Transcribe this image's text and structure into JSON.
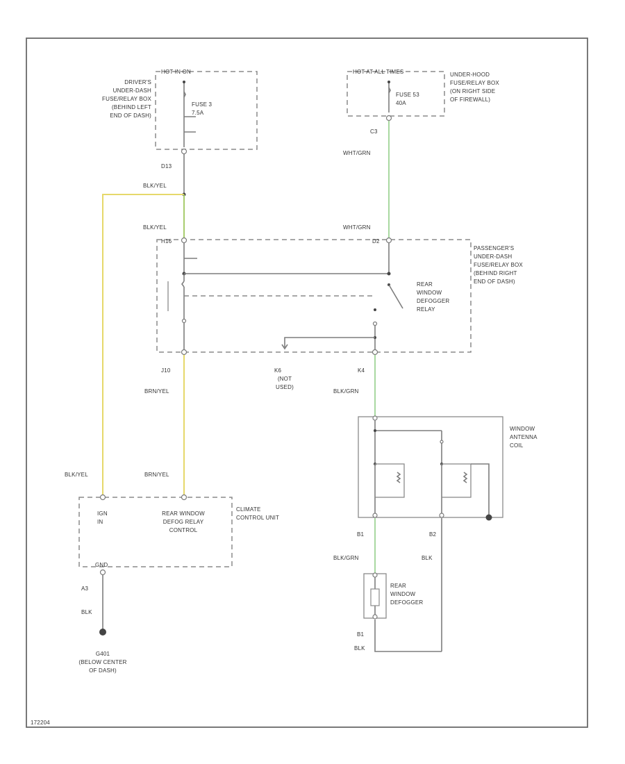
{
  "colors": {
    "wire_default": "#7d7d7d",
    "wire_yellow": "#e6d86a",
    "wire_green": "#a8d8a0",
    "frame": "#6a6a6a"
  },
  "drivers_fuse_box": {
    "header": "HOT IN ON",
    "fuse_name": "FUSE 3",
    "fuse_rating": "7.5A",
    "description": [
      "DRIVER'S",
      "UNDER-DASH",
      "FUSE/RELAY BOX",
      "(BEHIND LEFT",
      "END OF DASH)"
    ],
    "connector": "D13"
  },
  "underhood_fuse_box": {
    "header": "HOT AT ALL TIMES",
    "fuse_name": "FUSE 53",
    "fuse_rating": "40A",
    "description": [
      "UNDER-HOOD",
      "FUSE/RELAY BOX",
      "(ON RIGHT SIDE",
      "OF FIREWALL)"
    ],
    "connector": "C3"
  },
  "wires": {
    "blk_yel_top": "BLK/YEL",
    "blk_yel_mid": "BLK/YEL",
    "wht_grn_top": "WHT/GRN",
    "wht_grn_mid": "WHT/GRN",
    "brn_yel_mid": "BRN/YEL",
    "blk_yel_low": "BLK/YEL",
    "brn_yel_low": "BRN/YEL",
    "blk_grn_1": "BLK/GRN",
    "blk_grn_2": "BLK/GRN",
    "blk_1": "BLK",
    "blk_2": "BLK",
    "blk_3": "BLK"
  },
  "passengers_fuse_box": {
    "connector_top_left": "H16",
    "connector_top_right": "D2",
    "connector_bottom_left": "J10",
    "connector_bottom_right": "K4",
    "connector_not_used": "K6",
    "not_used": [
      "(NOT",
      "USED)"
    ],
    "relay_label": [
      "REAR",
      "WINDOW",
      "DEFOGGER",
      "RELAY"
    ],
    "description": [
      "PASSENGER'S",
      "UNDER-DASH",
      "FUSE/RELAY BOX",
      "(BEHIND RIGHT",
      "END OF DASH)"
    ]
  },
  "antenna_coil": {
    "label": [
      "WINDOW",
      "ANTENNA",
      "COIL"
    ],
    "pin_left": "B1",
    "pin_right": "B2"
  },
  "climate_unit": {
    "label": [
      "CLIMATE",
      "CONTROL UNIT"
    ],
    "pin_ign": [
      "IGN",
      "IN"
    ],
    "pin_control": [
      "REAR WINDOW",
      "DEFOG RELAY",
      "CONTROL"
    ],
    "pin_gnd": "GND",
    "connector": "A3"
  },
  "defogger": {
    "label": [
      "REAR",
      "WINDOW",
      "DEFOGGER"
    ],
    "pin": "B1"
  },
  "ground": {
    "label": [
      "G401",
      "(BELOW CENTER",
      "OF DASH)"
    ]
  },
  "diagram_id": "172204"
}
